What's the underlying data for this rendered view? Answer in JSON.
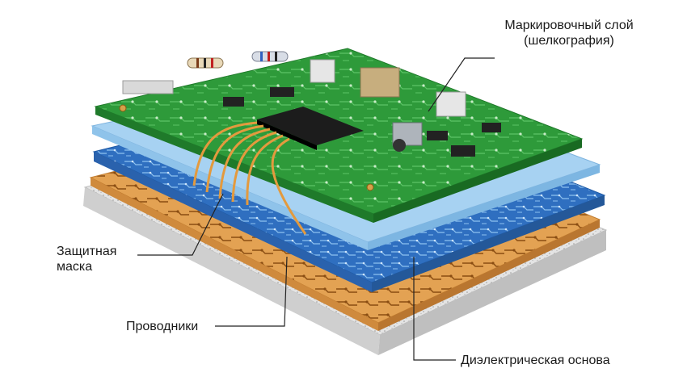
{
  "diagram": {
    "labels": {
      "silkscreen_line1": "Маркировочный слой",
      "silkscreen_line2": "(шелкография)",
      "solder_mask_line1": "Защитная",
      "solder_mask_line2": "маска",
      "conductors": "Проводники",
      "dielectric": "Диэлектрическая основа"
    },
    "colors": {
      "pcb_green": "#2e9a3a",
      "pcb_green_dark": "#1f7a2a",
      "mask_light_blue": "#a7d2f2",
      "trace_blue": "#2f6fc0",
      "copper": "#e3a253",
      "dielectric_gray": "#d9d9d9",
      "chip_black": "#1c1c1c",
      "leader_line": "#222222"
    }
  }
}
